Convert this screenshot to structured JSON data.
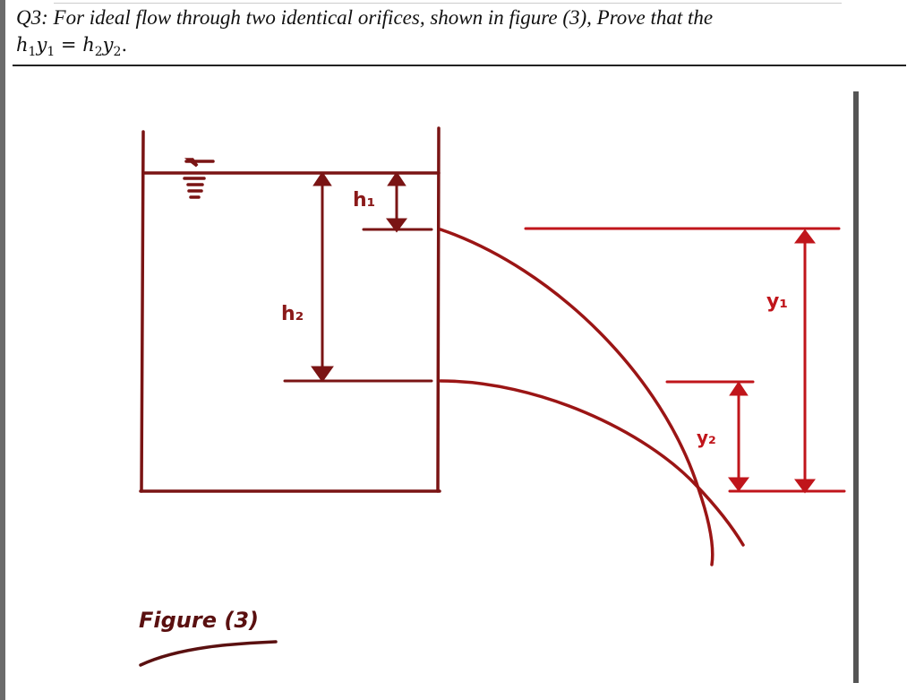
{
  "question": {
    "text": "Q3: For ideal flow through two identical orifices, shown in figure (3), Prove that the",
    "equation": {
      "lhs_h": "h",
      "lhs_h_sub": "1",
      "lhs_y": "y",
      "lhs_y_sub": "1",
      "equals": " = ",
      "rhs_h": "h",
      "rhs_h_sub": "2",
      "rhs_y": "y",
      "rhs_y_sub": "2",
      "end": "."
    }
  },
  "figure": {
    "labels": {
      "h1": "h₁",
      "h2": "h₂",
      "y1": "y₁",
      "y2": "y₂"
    },
    "caption": "Figure (3)",
    "water_surface_symbol": "free-surface-triangle",
    "colors": {
      "tank": "#7a1414",
      "jet": "#9b1515",
      "dimension": "#c0151b"
    }
  }
}
